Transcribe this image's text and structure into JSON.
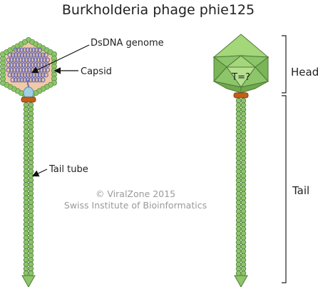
{
  "title": "Burkholderia phage phie125",
  "labels": {
    "dsdna": "DsDNA genome",
    "capsid": "Capsid",
    "tail_tube": "Tail tube",
    "t_number": "T=?",
    "head": "Head",
    "tail": "Tail"
  },
  "credit": {
    "line1": "© ViralZone 2015",
    "line2": "Swiss Institute of Bioinformatics"
  },
  "colors": {
    "capsid_shell": "#8cc56a",
    "capsid_bead_edge": "#5f8f45",
    "capsid_interior": "#f2c9a6",
    "dna": "#6f6fb0",
    "collar": "#c15f1a",
    "tail_bead": "#8cc56a",
    "tail_bead_edge": "#4f7a36",
    "icosahedron_light": "#a4d67a",
    "icosahedron_mid": "#8cc56a",
    "icosahedron_dark": "#6fa84d"
  }
}
